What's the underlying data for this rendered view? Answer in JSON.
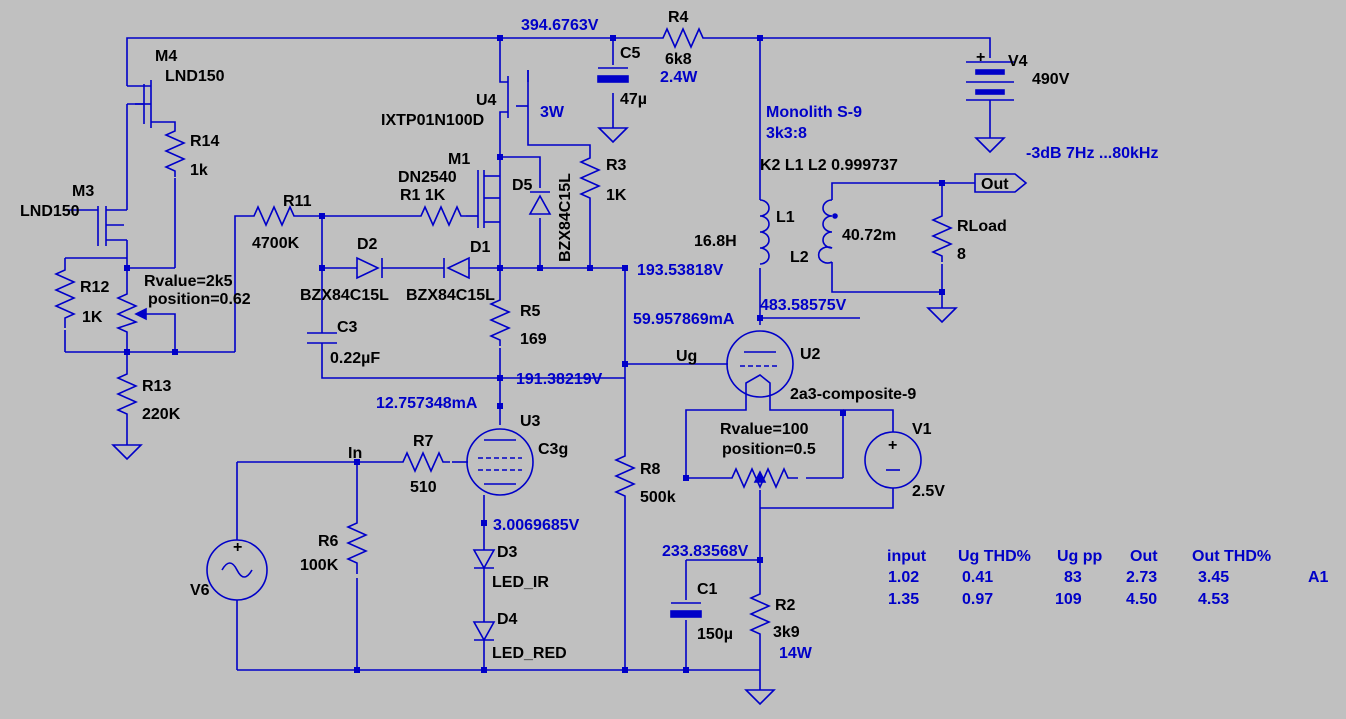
{
  "colors": {
    "background": "#c0c0c0",
    "wire": "#0000c8",
    "label": "#000000"
  },
  "components": {
    "M4": {
      "name": "M4",
      "model": "LND150"
    },
    "M3": {
      "name": "M3",
      "model": "LND150"
    },
    "R14": {
      "name": "R14",
      "value": "1k"
    },
    "R12": {
      "name": "R12",
      "value": "1K"
    },
    "R13": {
      "name": "R13",
      "value": "220K"
    },
    "R11": {
      "name": "R11",
      "value": "4700K"
    },
    "R1": {
      "name": "R1 1K"
    },
    "M1": {
      "name": "M1",
      "model": "DN2540"
    },
    "U4": {
      "name": "U4",
      "model": "IXTP01N100D",
      "power": "3W"
    },
    "C5": {
      "name": "C5",
      "value": "47µ"
    },
    "R4": {
      "name": "R4",
      "value": "6k8",
      "power": "2.4W"
    },
    "V4": {
      "name": "V4",
      "value": "490V"
    },
    "R3": {
      "name": "R3",
      "value": "1K"
    },
    "D5": {
      "name": "D5",
      "model": "BZX84C15L"
    },
    "D2": {
      "name": "D2",
      "model": "BZX84C15L"
    },
    "D1": {
      "name": "D1",
      "model": "BZX84C15L"
    },
    "C3": {
      "name": "C3",
      "value": "0.22µF"
    },
    "R5": {
      "name": "R5",
      "value": "169"
    },
    "U3": {
      "name": "U3",
      "model": "C3g"
    },
    "R7": {
      "name": "R7",
      "value": "510"
    },
    "R6": {
      "name": "R6",
      "value": "100K"
    },
    "V6": {
      "name": "V6"
    },
    "D3": {
      "name": "D3",
      "model": "LED_IR"
    },
    "D4": {
      "name": "D4",
      "model": "LED_RED"
    },
    "R8": {
      "name": "R8",
      "value": "500k"
    },
    "C1": {
      "name": "C1",
      "value": "150µ"
    },
    "R2": {
      "name": "R2",
      "value": "3k9",
      "power": "14W"
    },
    "U2": {
      "name": "U2",
      "model": "2a3-composite-9"
    },
    "V1": {
      "name": "V1",
      "value": "2.5V"
    },
    "L1": {
      "name": "L1",
      "value": "16.8H"
    },
    "L2": {
      "name": "L2",
      "value": "40.72m"
    },
    "RLoad": {
      "name": "RLoad",
      "value": "8"
    }
  },
  "pot_R12": {
    "rvalue": "Rvalue=2k5",
    "position": "position=0.62"
  },
  "pot_U2": {
    "rvalue": "Rvalue=100",
    "position": "position=0.5"
  },
  "transformer": {
    "title": "Monolith S-9",
    "ratio": "3k3:8",
    "coupling": "K2 L1 L2  0.999737"
  },
  "bandwidth": "-3dB  7Hz ...80kHz",
  "nets": {
    "in": "In",
    "ug": "Ug",
    "out": "Out"
  },
  "voltages": {
    "top": "394.6763V",
    "drv": "193.53818V",
    "plate": "483.58575V",
    "plate_current": "59.957869mA",
    "c3g_plate": "191.38219V",
    "c3g_current": "12.757348mA",
    "c3g_cathode": "3.0069685V",
    "cathode": "233.83568V"
  },
  "table": {
    "headers": [
      "input",
      "Ug THD%",
      "Ug pp",
      "Out",
      "Out THD%"
    ],
    "rows": [
      [
        "1.02",
        "0.41",
        "83",
        "2.73",
        "3.45"
      ],
      [
        "1.35",
        "0.97",
        "109",
        "4.50",
        "4.53"
      ]
    ],
    "tag": "A1"
  }
}
